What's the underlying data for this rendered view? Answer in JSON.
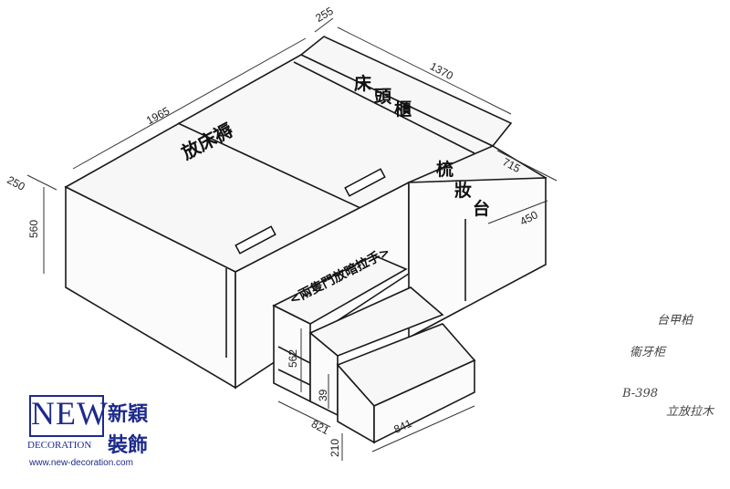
{
  "labels": {
    "mattress": "放床褥",
    "headboard": "床頭櫃",
    "dresser": "梳妝台",
    "door_note": "<兩隻門放暗拉手>"
  },
  "dimensions": {
    "length": "1965",
    "head_depth": "255",
    "head_width": "1370",
    "dresser_depth": "715",
    "dresser_height": "450",
    "top_thickness": "250",
    "height": "560",
    "step_height": "562",
    "step_riser": "39",
    "step_width": "821",
    "step_depth": "841",
    "base_height": "210"
  },
  "handwritten_notes": [
    "台甲柏",
    "衞牙柜",
    "B-398",
    "立放拉木"
  ],
  "logo": {
    "name": "NEW",
    "subtitle": "DECORATION",
    "chinese_line1": "新穎",
    "chinese_line2": "裝飾",
    "url": "www.new-decoration.com"
  },
  "colors": {
    "ink": "#1a1a1a",
    "brand": "#1d2a8c",
    "background": "#ffffff"
  }
}
